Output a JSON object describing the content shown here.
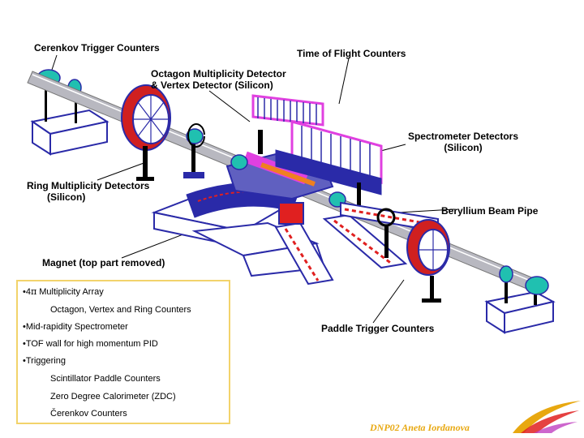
{
  "labels": {
    "cerenkov_trigger": "Cerenkov Trigger Counters",
    "time_of_flight": "Time of Flight Counters",
    "octagon_line1": "Octagon Multiplicity Detector",
    "octagon_line2": "& Vertex Detector (Silicon)",
    "spectrometer_line1": "Spectrometer Detectors",
    "spectrometer_line2": "(Silicon)",
    "ring_line1": "Ring Multiplicity Detectors",
    "ring_line2": "(Silicon)",
    "beryllium_pipe": "Beryllium Beam Pipe",
    "magnet": "Magnet (top part removed)",
    "paddle_trigger": "Paddle Trigger Counters"
  },
  "info": {
    "item1_prefix": "•4",
    "item1_pi": "π",
    "item1_rest": " Multiplicity Array",
    "item1_sub": "Octagon, Vertex and Ring Counters",
    "item2": "•Mid-rapidity Spectrometer",
    "item3": "•TOF wall for high momentum PID",
    "item4": "•Triggering",
    "item4_sub1": "Scintillator Paddle Counters",
    "item4_sub2": "Zero Degree Calorimeter (ZDC)",
    "item4_sub3": "Čerenkov Counters"
  },
  "footer": "DNP02  Aneta Iordanova",
  "colors": {
    "structure_blue": "#2a2aa8",
    "magnet_red": "#e02020",
    "beam_pipe": "#b8b8c0",
    "silicon_magenta": "#e040e0",
    "counter_teal": "#20c0b0",
    "box_border": "#f2d36b",
    "footer_text": "#e8a810"
  }
}
